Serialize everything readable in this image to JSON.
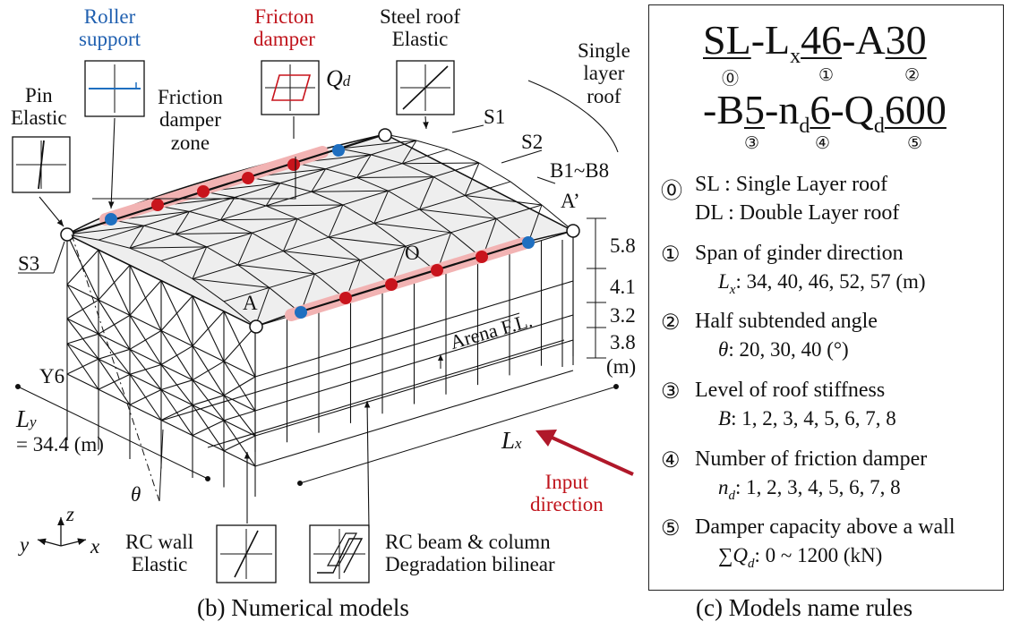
{
  "figure_b": {
    "caption": "(b) Numerical models",
    "labels": {
      "roller_support": [
        "Roller",
        "support"
      ],
      "friction_damper": [
        "Fricton",
        "damper"
      ],
      "steel_roof": [
        "Steel roof",
        "Elastic"
      ],
      "single_layer_roof": [
        "Single",
        "layer",
        "roof"
      ],
      "pin_elastic": [
        "Pin",
        "Elastic"
      ],
      "friction_damper_zone": [
        "Friction",
        "damper",
        "zone"
      ],
      "qd_symbol": "Q",
      "qd_sub": "d",
      "s1": "S1",
      "s2": "S2",
      "b1_b8": "B1~B8",
      "a_prime": "A’",
      "a": "A",
      "o": "O",
      "s3": "S3",
      "y6": "Y6",
      "ly_symbol": "L",
      "ly_sub": "y",
      "ly_value": "= 34.4 (m)",
      "lx_symbol": "L",
      "lx_sub": "x",
      "theta": "θ",
      "arena_fl": "Arena F.L.",
      "input_direction": [
        "Input",
        "direction"
      ],
      "rc_wall": [
        "RC wall",
        "Elastic"
      ],
      "rc_beam_column": [
        "RC beam & column",
        "Degradation bilinear"
      ],
      "axis_x": "x",
      "axis_y": "y",
      "axis_z": "z"
    },
    "story_heights": [
      "5.8",
      "4.1",
      "3.2",
      "3.8",
      "(m)"
    ],
    "colors": {
      "roller": "#1f6fc0",
      "damper": "#c8141c",
      "damper_zone": "#f2b3b3",
      "input_arrow": "#b0182a"
    }
  },
  "figure_c": {
    "caption": "(c) Models name rules",
    "name_line1": {
      "sl": "SL",
      "dash_l": "-L",
      "x_sub": "x",
      "v46": "46",
      "dash_a": "-A",
      "v30": "30"
    },
    "name_line2": {
      "dash_b": "-B",
      "v5": "5",
      "dash_n": "-n",
      "d_sub1": "d",
      "v6": "6",
      "dash_q": "-Q",
      "d_sub2": "d",
      "v600": "600"
    },
    "markers": {
      "m0": "⓪",
      "m1": "①",
      "m2": "②",
      "m3": "③",
      "m4": "④",
      "m5": "⑤"
    },
    "rules": [
      {
        "num": "⓪",
        "text": "SL : Single Layer roof",
        "text2": "DL : Double Layer roof"
      },
      {
        "num": "①",
        "text": "Span of ginder direction",
        "sym": "L",
        "sub": "x",
        "val": ": 34, 40, 46, 52, 57 (m)"
      },
      {
        "num": "②",
        "text": "Half subtended angle",
        "sym": "θ",
        "val": ": 20, 30, 40 (°)"
      },
      {
        "num": "③",
        "text": "Level of roof stiffness",
        "sym": "B",
        "val": ": 1, 2, 3, 4, 5, 6, 7, 8"
      },
      {
        "num": "④",
        "text": "Number of friction damper",
        "sym": "n",
        "sub": "d",
        "val": ": 1, 2, 3, 4, 5, 6, 7, 8"
      },
      {
        "num": "⑤",
        "text": "Damper capacity above a wall",
        "sym": "∑Q",
        "sub": "d",
        "val": ": 0 ~ 1200 (kN)"
      }
    ]
  }
}
